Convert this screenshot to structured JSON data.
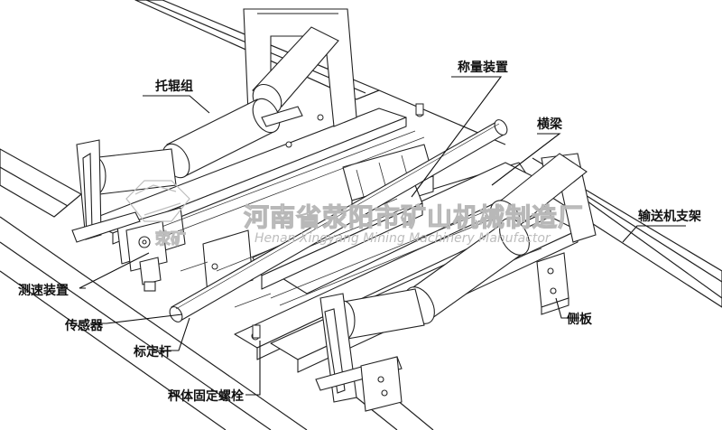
{
  "labels": {
    "idler_group": "托辊组",
    "weighing_device": "称量装置",
    "cross_beam": "横梁",
    "conveyor_frame": "输送机支架",
    "speed_device": "测速装置",
    "sensor": "传感器",
    "calibration_rod": "标定杆",
    "side_plate": "侧板",
    "scale_bolt": "秤体固定螺栓"
  },
  "watermark": {
    "company_cn": "河南省荥阳市矿山机械制造厂",
    "company_en": "Henan Xingyang Mining Machinery Manufactor",
    "logo_text": "荥矿"
  }
}
